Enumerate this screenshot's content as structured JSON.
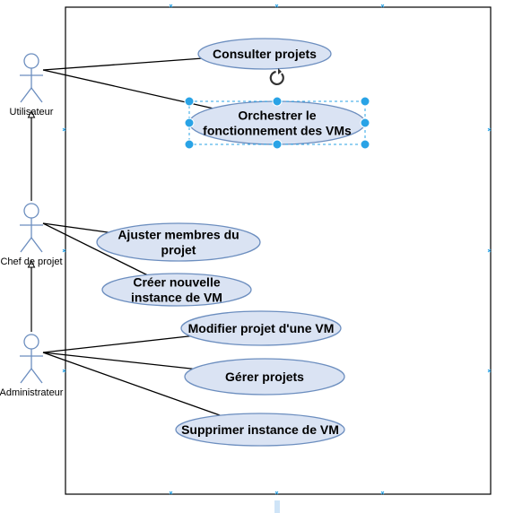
{
  "diagram": {
    "actors": [
      {
        "id": "utilisateur",
        "label": "Utilisateur"
      },
      {
        "id": "chef",
        "label": "Chef de projet"
      },
      {
        "id": "admin",
        "label": "Administrateur"
      }
    ],
    "use_cases": [
      {
        "id": "consulter",
        "lines": [
          "Consulter projets"
        ]
      },
      {
        "id": "orchestrer",
        "lines": [
          "Orchestrer le",
          "fonctionnement des VMs"
        ],
        "selected": true
      },
      {
        "id": "ajuster",
        "lines": [
          "Ajuster  membres du",
          "projet"
        ]
      },
      {
        "id": "creer",
        "lines": [
          "Créer nouvelle",
          "instance de VM"
        ]
      },
      {
        "id": "modifier",
        "lines": [
          "Modifier projet d'une VM"
        ]
      },
      {
        "id": "gerer",
        "lines": [
          "Gérer projets"
        ]
      },
      {
        "id": "supprimer",
        "lines": [
          "Supprimer instance de VM"
        ]
      }
    ],
    "associations": [
      [
        "utilisateur",
        "consulter"
      ],
      [
        "utilisateur",
        "orchestrer"
      ],
      [
        "chef",
        "ajuster"
      ],
      [
        "chef",
        "creer"
      ],
      [
        "admin",
        "modifier"
      ],
      [
        "admin",
        "gerer"
      ],
      [
        "admin",
        "supprimer"
      ]
    ],
    "generalizations": [
      {
        "from": "chef",
        "to": "utilisateur"
      },
      {
        "from": "admin",
        "to": "chef"
      }
    ],
    "colors": {
      "usecase_fill": "#dae3f3",
      "usecase_stroke": "#6c8ebf",
      "actor_stroke": "#6c8ebf",
      "selection": "#29a3e6",
      "line": "#000000"
    }
  }
}
